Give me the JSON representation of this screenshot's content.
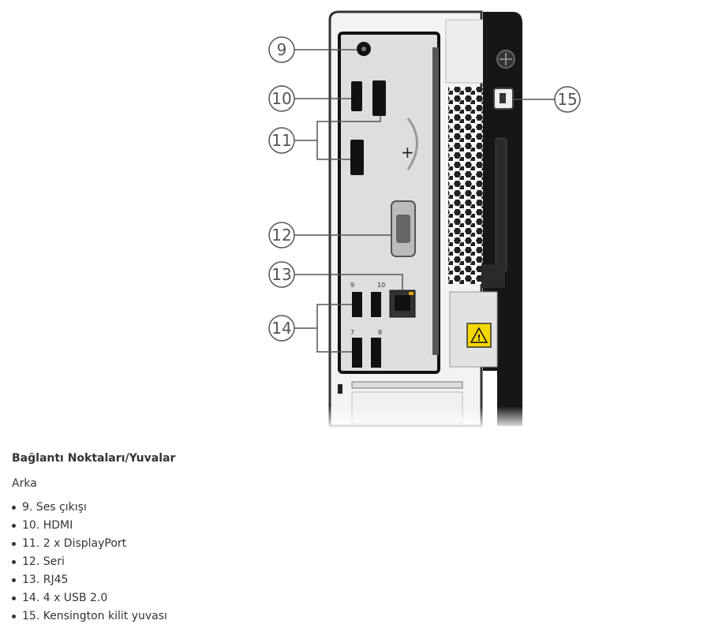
{
  "figure": {
    "callouts": [
      "9",
      "10",
      "11",
      "12",
      "13",
      "14",
      "15"
    ],
    "port_marks": {
      "usb_top_left": "9",
      "usb_top_right": "10",
      "usb_bottom_left": "7",
      "usb_bottom_right": "8"
    },
    "warning_icon": "warning-triangle-icon"
  },
  "caption": {
    "heading": "Bağlantı Noktaları/Yuvalar",
    "subheading": "Arka",
    "items": [
      "9. Ses çıkışı",
      "10. HDMI",
      "11. 2 x DisplayPort",
      "12. Seri",
      "13. RJ45",
      "14. 4 x USB 2.0",
      "15. Kensington kilit yuvası"
    ]
  }
}
